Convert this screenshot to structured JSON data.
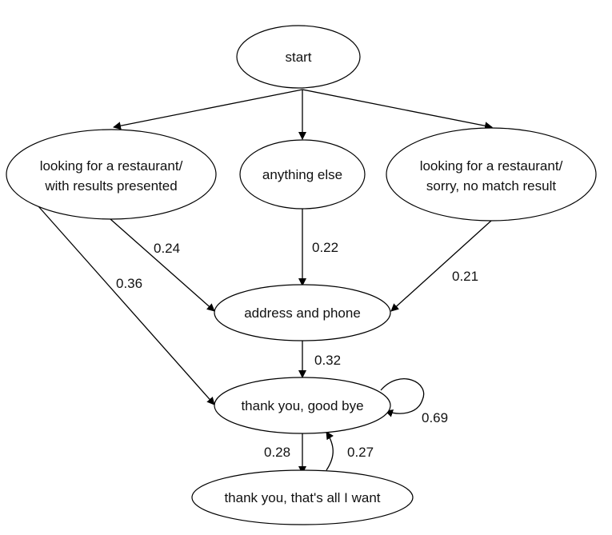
{
  "diagram": {
    "nodes": {
      "start": "start",
      "looking_results_line1": "looking for a restaurant/",
      "looking_results_line2": "with results presented",
      "anything_else": "anything else",
      "looking_nomatch_line1": "looking for a restaurant/",
      "looking_nomatch_line2": "sorry, no match result",
      "address_phone": "address and phone",
      "thank_you_goodbye": "thank you, good bye",
      "thank_you_all": "thank you, that's all I want"
    },
    "edges": {
      "results_to_address": "0.24",
      "results_to_thankyou": "0.36",
      "anything_to_address": "0.22",
      "nomatch_to_address": "0.21",
      "address_to_thankyou": "0.32",
      "thankyou_self_loop": "0.69",
      "thankyou_to_all": "0.28",
      "all_to_thankyou": "0.27"
    }
  }
}
